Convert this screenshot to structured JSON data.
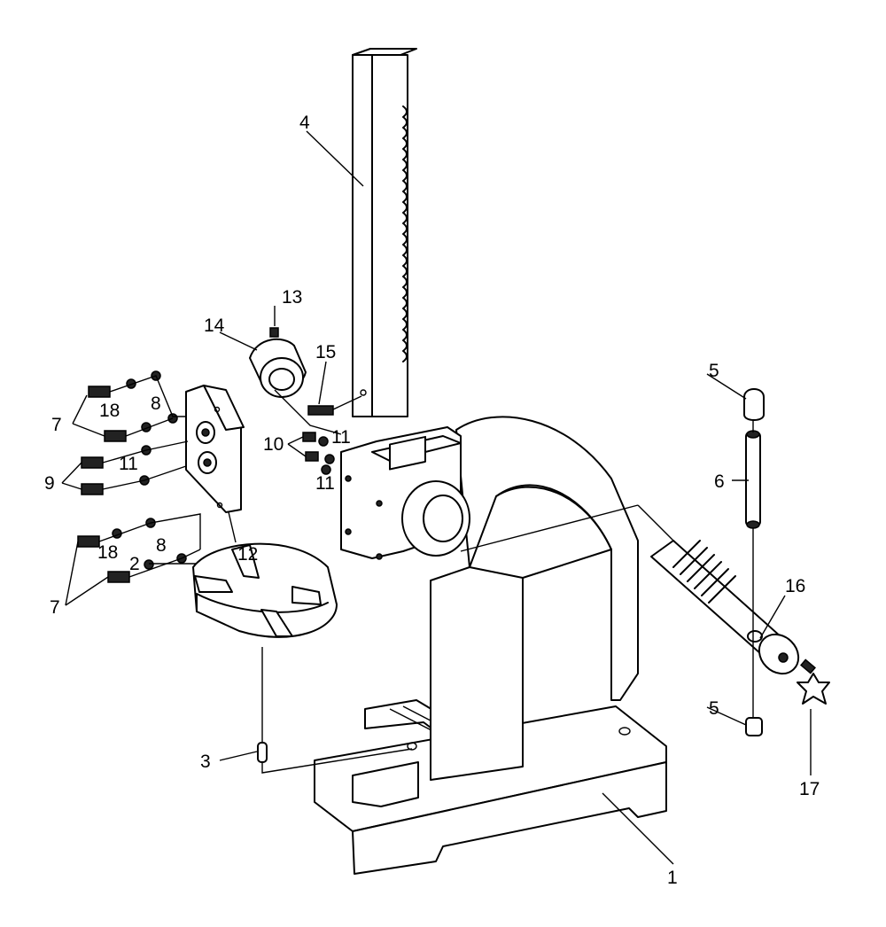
{
  "callouts": {
    "c1": "1",
    "c2": "2",
    "c3": "3",
    "c4": "4",
    "c5a": "5",
    "c5b": "5",
    "c6": "6",
    "c7a": "7",
    "c7b": "7",
    "c8a": "8",
    "c8b": "8",
    "c9": "9",
    "c10": "10",
    "c11a": "11",
    "c11b": "11",
    "c11c": "11",
    "c12": "12",
    "c13": "13",
    "c14": "14",
    "c15": "15",
    "c16": "16",
    "c17": "17",
    "c18a": "18",
    "c18b": "18"
  }
}
